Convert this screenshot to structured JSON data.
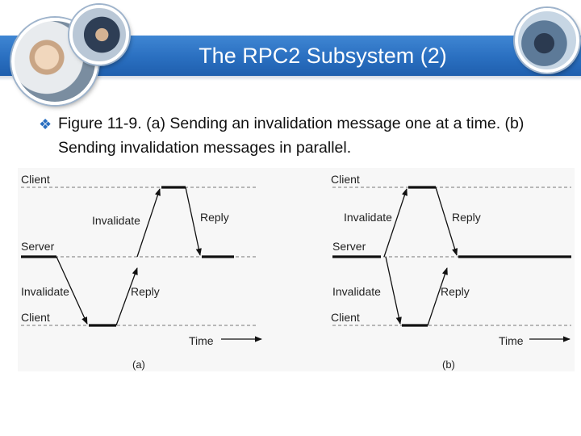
{
  "slide": {
    "title": "The RPC2 Subsystem (2)",
    "bullet_text": "Figure 11-9. (a) Sending an invalidation message one at a time. (b) Sending invalidation messages in parallel."
  },
  "figure": {
    "panel_a": {
      "sublabel": "(a)",
      "top_client": "Client",
      "invalidate_top": "Invalidate",
      "reply_top": "Reply",
      "server": "Server",
      "invalidate_bottom": "Invalidate",
      "reply_bottom": "Reply",
      "bottom_client": "Client",
      "time": "Time"
    },
    "panel_b": {
      "sublabel": "(b)",
      "top_client": "Client",
      "invalidate_top": "Invalidate",
      "reply_top": "Reply",
      "server": "Server",
      "invalidate_bottom": "Invalidate",
      "reply_bottom": "Reply",
      "bottom_client": "Client",
      "time": "Time"
    }
  },
  "colors": {
    "title_band": "#2a6fc0",
    "bullet": "#2a6fc0"
  }
}
